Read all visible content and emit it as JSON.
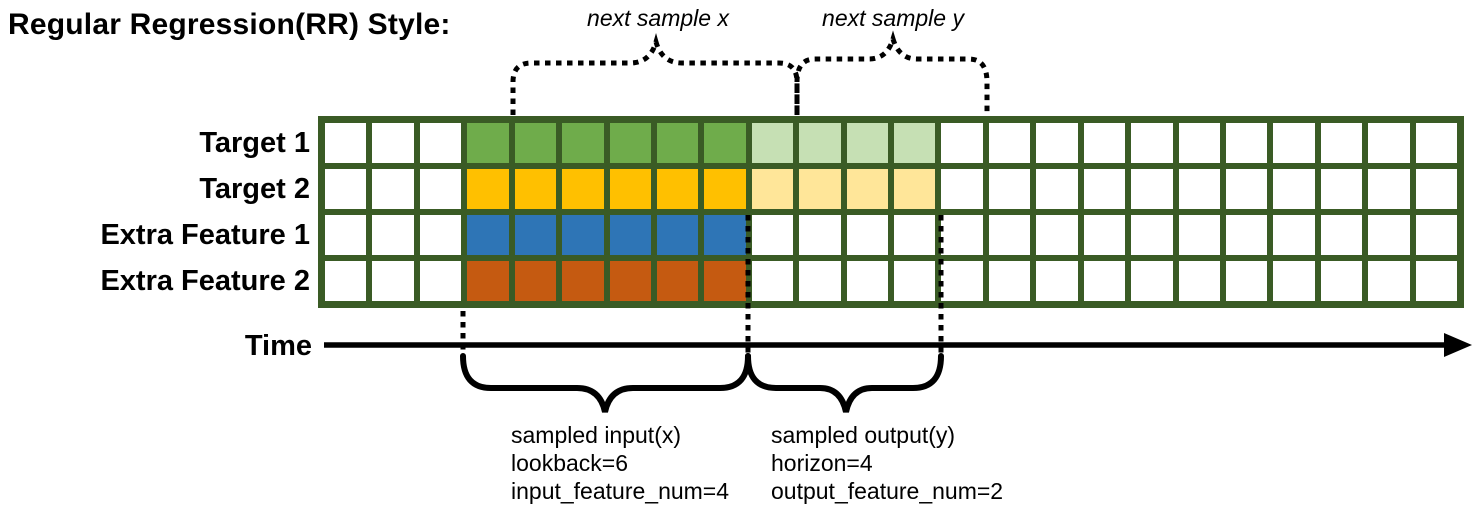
{
  "title": "Regular Regression(RR) Style:",
  "colors": {
    "grid_line": "#3A5B25",
    "cell_empty": "#FFFFFF",
    "green": "#6FAC4B",
    "green_light": "#C6E0B4",
    "gold": "#FFC000",
    "gold_light": "#FFE699",
    "blue": "#2E75B6",
    "orange": "#C55A11",
    "ink": "#000000"
  },
  "grid": {
    "columns": 24,
    "rows": [
      {
        "label": "Target 1",
        "segments": [
          {
            "start": 3,
            "count": 6,
            "color": "green"
          },
          {
            "start": 9,
            "count": 4,
            "color": "green_light"
          }
        ]
      },
      {
        "label": "Target 2",
        "segments": [
          {
            "start": 3,
            "count": 6,
            "color": "gold"
          },
          {
            "start": 9,
            "count": 4,
            "color": "gold_light"
          }
        ]
      },
      {
        "label": "Extra Feature 1",
        "segments": [
          {
            "start": 3,
            "count": 6,
            "color": "blue"
          }
        ]
      },
      {
        "label": "Extra Feature 2",
        "segments": [
          {
            "start": 3,
            "count": 6,
            "color": "orange"
          }
        ]
      }
    ]
  },
  "annotations": {
    "next_sample_x": "next sample x",
    "next_sample_y": "next sample y",
    "time_label": "Time",
    "input_lines": [
      "sampled input(x)",
      "lookback=6",
      "input_feature_num=4"
    ],
    "output_lines": [
      "sampled output(y)",
      "horizon=4",
      "output_feature_num=2"
    ]
  }
}
